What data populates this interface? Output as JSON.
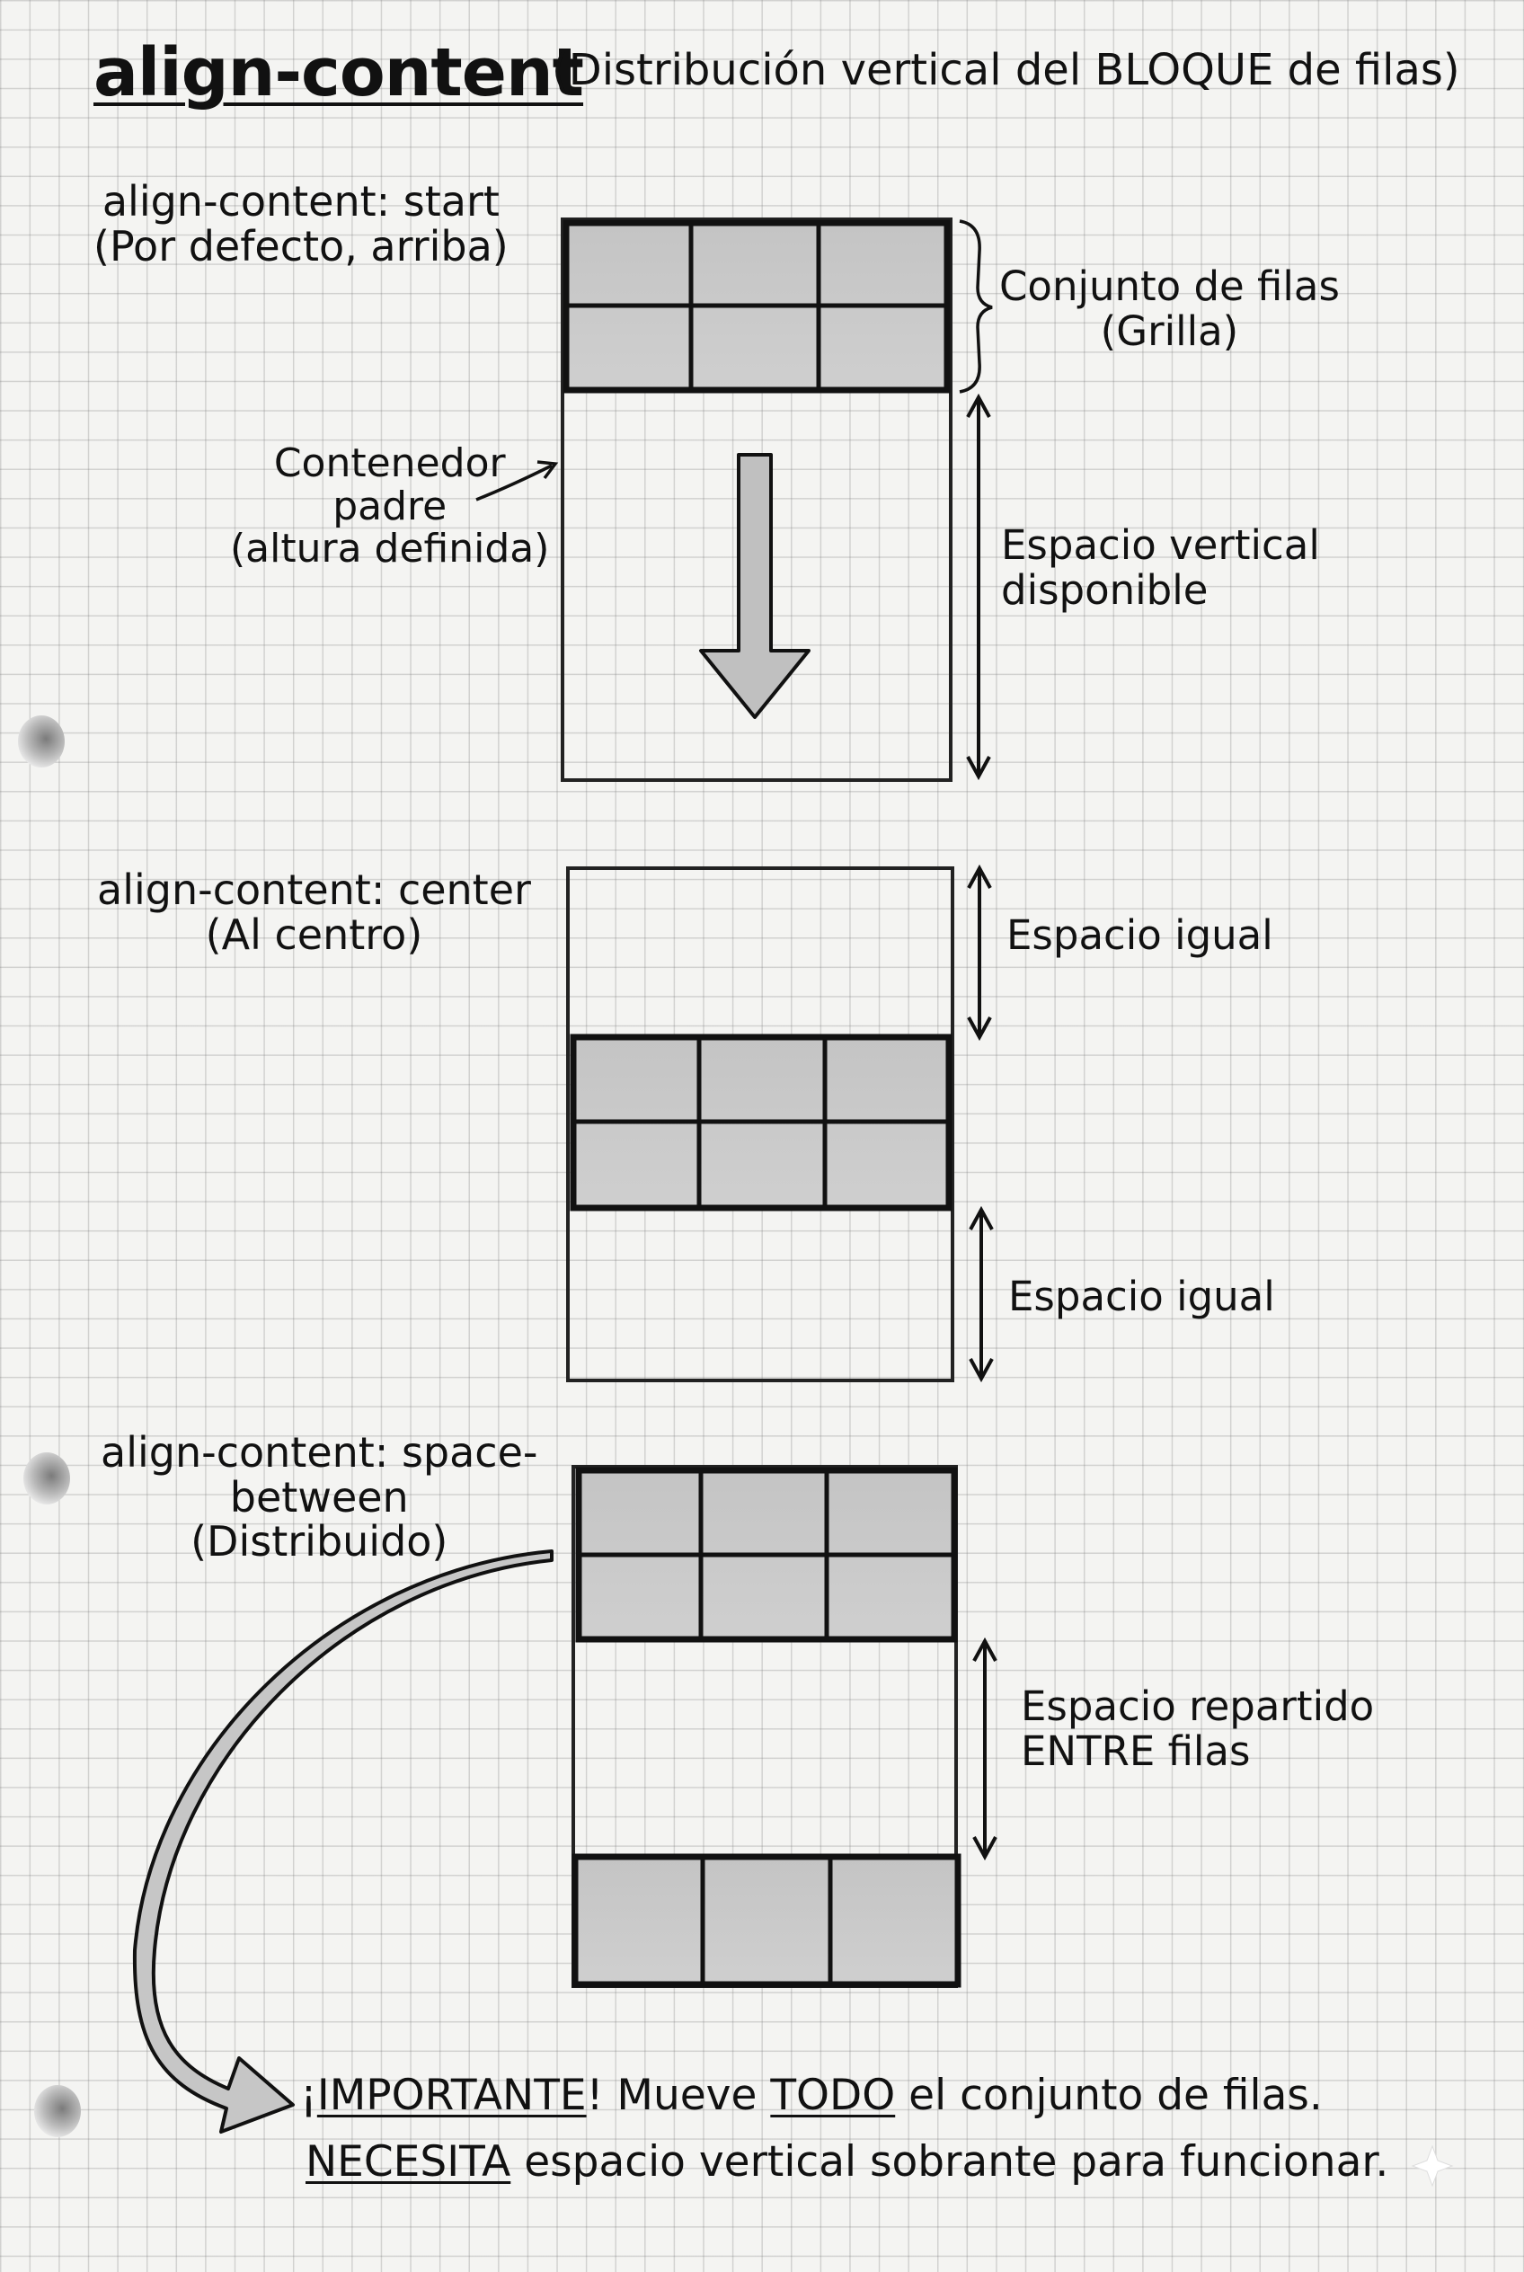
{
  "title": {
    "main": "align-content",
    "subtitle": "(Distribución vertical del BLOQUE de filas)"
  },
  "sections": [
    {
      "label_line1": "align-content: start",
      "label_line2": "(Por defecto, arriba)",
      "brace_label_line1": "Conjunto de filas",
      "brace_label_line2": "(Grilla)",
      "container_label_line1": "Contenedor",
      "container_label_line2": "padre",
      "container_label_line3": "(altura definida)",
      "space_label_line1": "Espacio vertical",
      "space_label_line2": "disponible"
    },
    {
      "label_line1": "align-content: center",
      "label_line2": "(Al centro)",
      "space_top_label": "Espacio igual",
      "space_bottom_label": "Espacio igual"
    },
    {
      "label_line1": "align-content: space-",
      "label_line2": "between",
      "label_line3": "(Distribuido)",
      "space_label_line1": "Espacio repartido",
      "space_label_line2": "ENTRE filas"
    }
  ],
  "note": {
    "line1_a": "¡",
    "line1_b": "IMPORTANTE",
    "line1_c": "! Mueve ",
    "line1_d": "TODO",
    "line1_e": " el conjunto de filas.",
    "line2_a": "NECESITA",
    "line2_b": " espacio vertical sobrante para funcionar."
  },
  "colors": {
    "ink": "#111111",
    "cell_fill": "#c9c9c9",
    "arrow_fill": "#bdbdbd",
    "paper": "#f4f4f2"
  }
}
